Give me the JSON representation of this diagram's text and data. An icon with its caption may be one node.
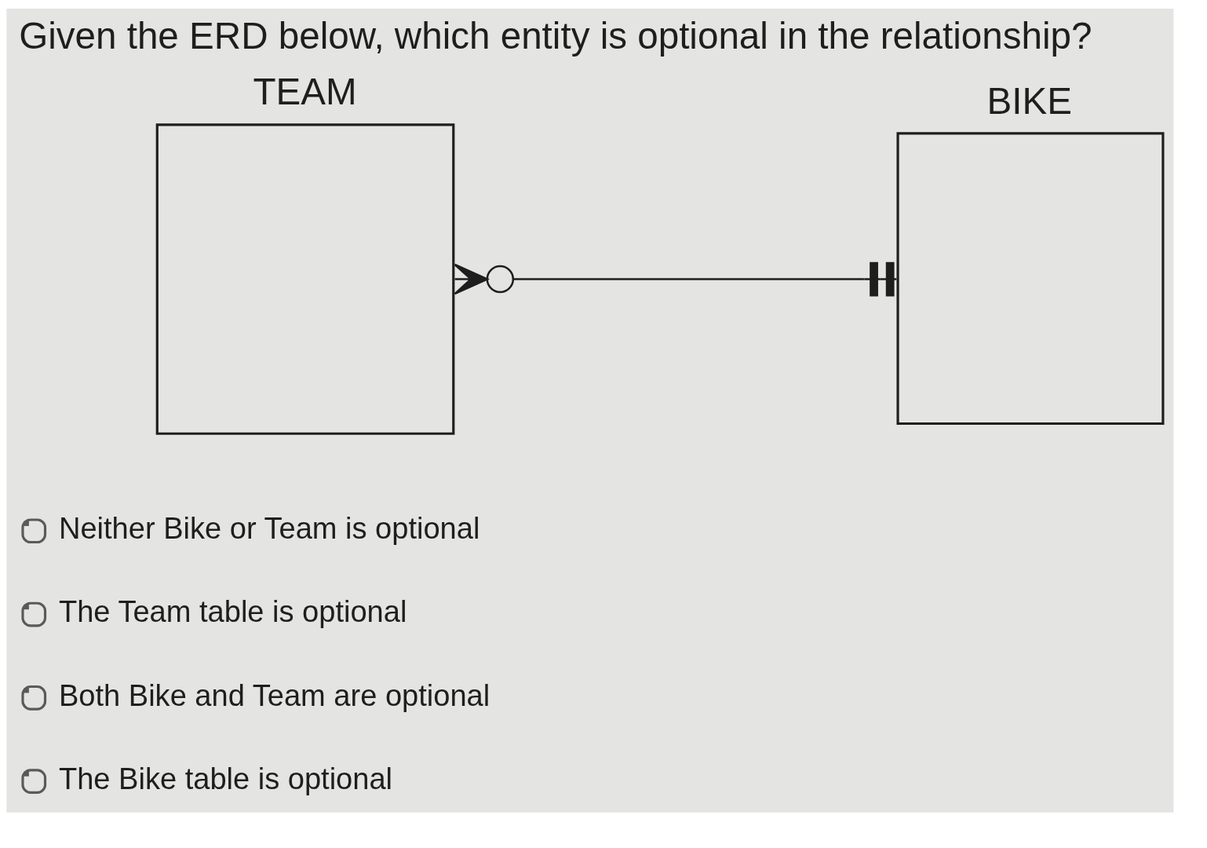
{
  "diagram": {
    "title": "Given the ERD below, which entity is optional in the relationship?",
    "nodes": [
      {
        "text": [
          "TEAM"
        ]
      },
      {
        "text": [
          "BIKE"
        ]
      }
    ],
    "edges": [
      {
        "from": 0,
        "to": 1,
        "arrow": "other"
      }
    ],
    "labels": [
      "Neither Bike or Team is optional",
      "The Team table is optional",
      "Both Bike and Team are optional",
      "The Bike table is optional"
    ]
  }
}
